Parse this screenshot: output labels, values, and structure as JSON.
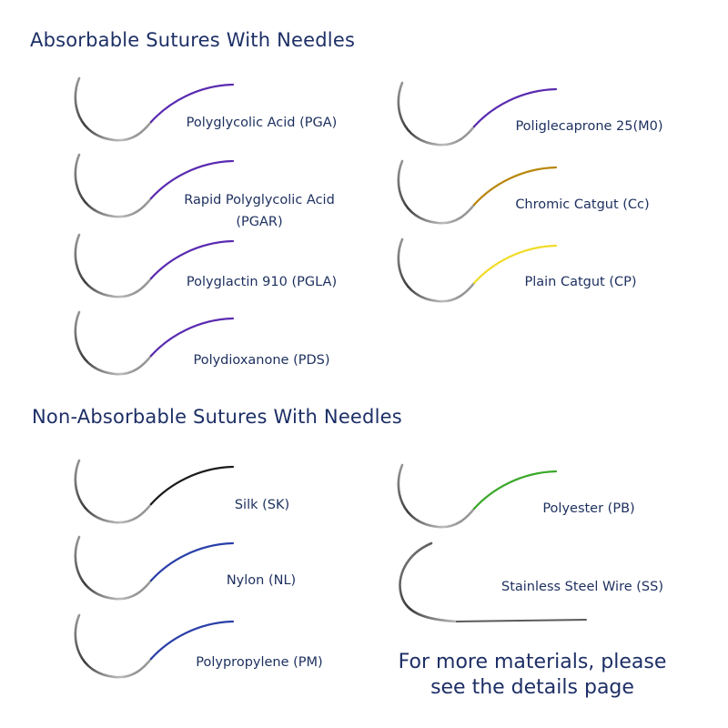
{
  "colors": {
    "heading": "#1d2f66",
    "label": "#1c2f5e",
    "needle": "#3a3a3a"
  },
  "absorbable": {
    "heading": "Absorbable Sutures With Needles",
    "items": [
      {
        "name": "Polyglycolic Acid (PGA)",
        "thread_color": "#5a2bb0"
      },
      {
        "name": "Poliglecaprone 25(M0)",
        "thread_color": "#5a2bb0"
      },
      {
        "name": "Rapid Polyglycolic Acid (PGAR)",
        "thread_color": "#5a2bb0"
      },
      {
        "name": "Chromic Catgut (Cc)",
        "thread_color": "#b8860b"
      },
      {
        "name": "Polyglactin 910 (PGLA)",
        "thread_color": "#5a2bb0"
      },
      {
        "name": "Plain Catgut (CP)",
        "thread_color": "#f0dc28"
      },
      {
        "name": "Polydioxanone (PDS)",
        "thread_color": "#5a2bb0"
      }
    ]
  },
  "non_absorbable": {
    "heading": "Non-Absorbable Sutures With Needles",
    "items": [
      {
        "name": "Silk (SK)",
        "thread_color": "#1a1a1a"
      },
      {
        "name": "Polyester (PB)",
        "thread_color": "#3aa82a"
      },
      {
        "name": "Nylon (NL)",
        "thread_color": "#2a3fa8"
      },
      {
        "name": "Stainless Steel Wire (SS)",
        "thread_color": "#555555"
      },
      {
        "name": "Polypropylene (PM)",
        "thread_color": "#2a3fa8"
      }
    ]
  },
  "cta": {
    "line1": "For more materials, please",
    "line2": "see the details page"
  }
}
